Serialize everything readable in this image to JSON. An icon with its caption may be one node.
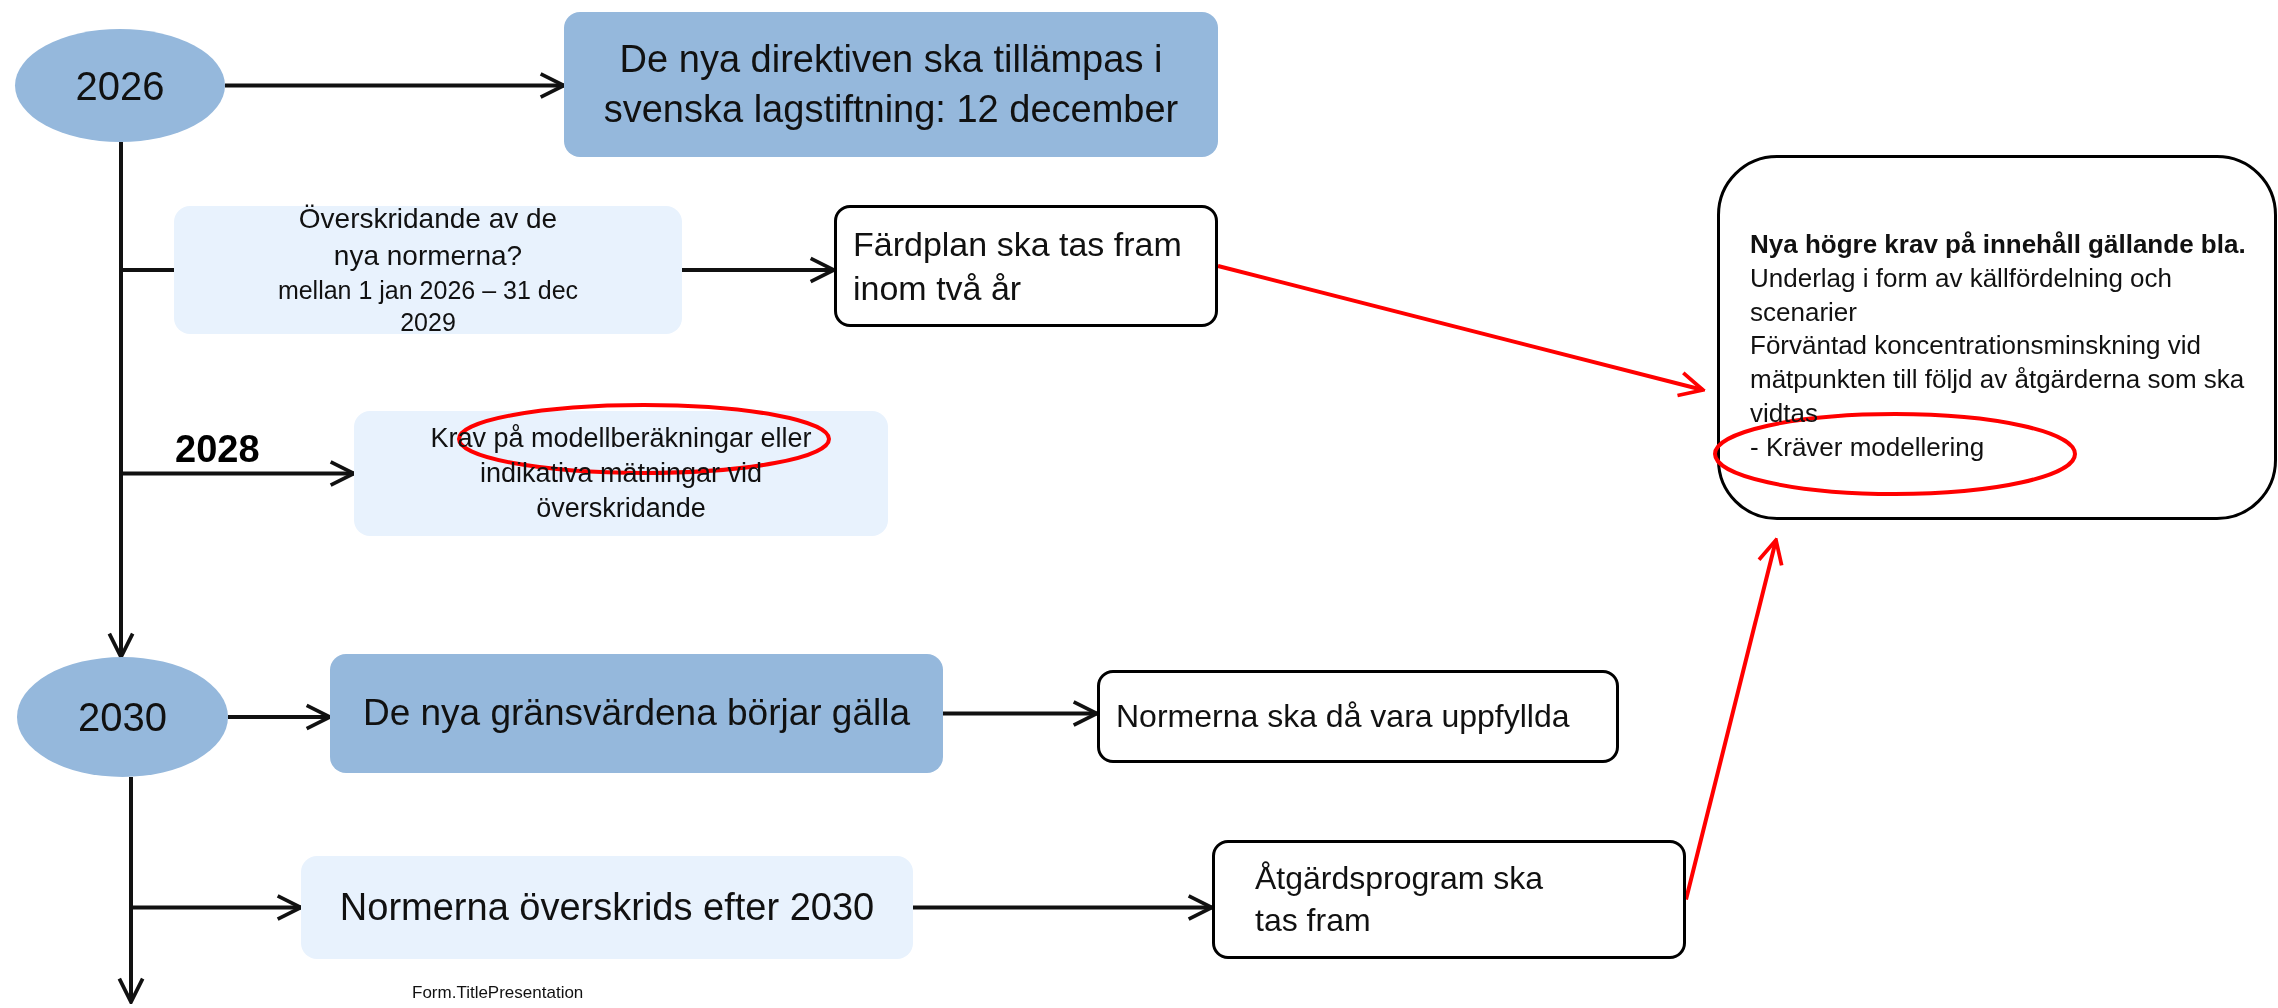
{
  "diagram": {
    "nodes": [
      {
        "text": [
          "2026"
        ]
      },
      {
        "text": [
          "De nya direktiven ska tillämpas i svenska lagstiftning: 12 december"
        ]
      },
      {
        "text": [
          "Överskridande av de nya normerna?",
          "mellan 1 jan 2026 – 31 dec 2029"
        ]
      },
      {
        "text": [
          "Färdplan ska tas fram inom två år"
        ]
      },
      {
        "text": [
          "Krav på modellberäkningar eller indikativa mätningar vid överskridande"
        ]
      },
      {
        "text": [
          "Nya högre krav på innehåll gällande bla.",
          "Underlag i form av källfördelning och scenarier",
          "Förväntad koncentrationsminskning vid mätpunkten till följd av åtgärderna som ska vidtas",
          "- Kräver modellering"
        ]
      },
      {
        "text": [
          "2030"
        ]
      },
      {
        "text": [
          "De nya gränsvärdena börjar gälla"
        ]
      },
      {
        "text": [
          "Normerna ska då vara uppfyllda"
        ]
      },
      {
        "text": [
          "Normerna överskrids efter 2030"
        ]
      },
      {
        "text": [
          "Åtgärdsprogram ska tas fram"
        ]
      }
    ],
    "edges": [
      {
        "from": 0,
        "to": 1,
        "arrow": "to"
      },
      {
        "from": 0,
        "to": 6,
        "arrow": "to"
      },
      {
        "from": 0,
        "to": 2,
        "arrow": "none"
      },
      {
        "from": 2,
        "to": 3,
        "arrow": "to"
      },
      {
        "from": 0,
        "to": 4,
        "arrow": "to",
        "label": "2028"
      },
      {
        "from": 3,
        "to": 5,
        "arrow": "to",
        "color": "#ff0000"
      },
      {
        "from": 6,
        "to": 7,
        "arrow": "to"
      },
      {
        "from": 7,
        "to": 8,
        "arrow": "to"
      },
      {
        "from": 6,
        "to": 9,
        "arrow": "to"
      },
      {
        "from": 6,
        "to": null,
        "arrow": "to"
      },
      {
        "from": 9,
        "to": 10,
        "arrow": "to"
      },
      {
        "from": 10,
        "to": 5,
        "arrow": "to",
        "color": "#ff0000"
      }
    ],
    "labels": [
      "Form.TitlePresentation"
    ]
  }
}
